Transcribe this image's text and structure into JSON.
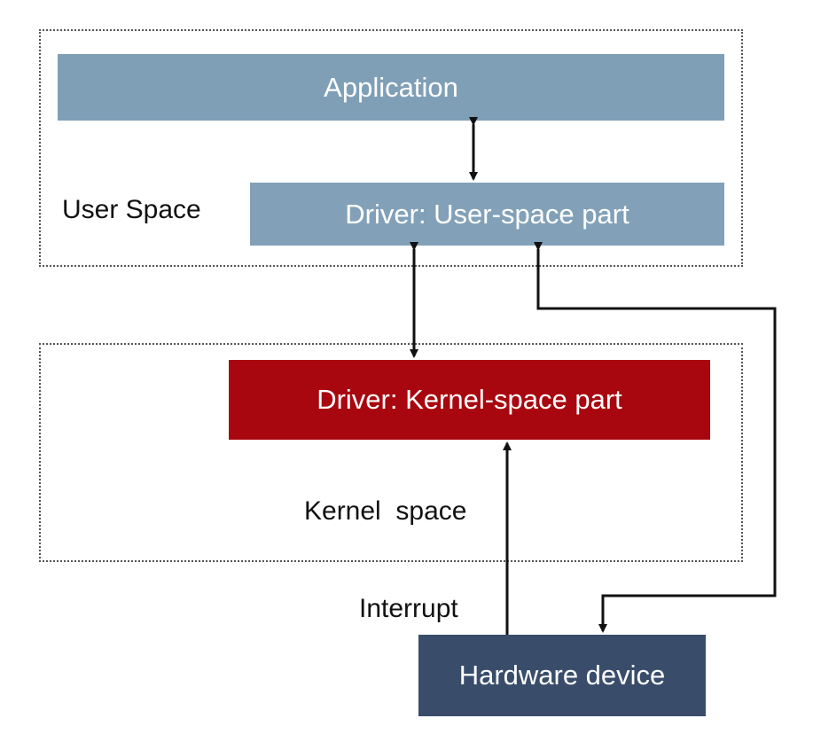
{
  "regions": {
    "user_space_label": "User Space",
    "kernel_space_label": "Kernel  space"
  },
  "boxes": {
    "application": "Application",
    "driver_user": "Driver: User-space part",
    "driver_kernel": "Driver: Kernel-space part",
    "hardware": "Hardware device"
  },
  "edges": {
    "interrupt_label": "Interrupt"
  },
  "colors": {
    "application_fill": "#7f9fb7",
    "driver_user_fill": "#82a1b8",
    "driver_kernel_fill": "#a8070f",
    "hardware_fill": "#394d6b",
    "arrow": "#111111",
    "region_border": "#555555"
  }
}
